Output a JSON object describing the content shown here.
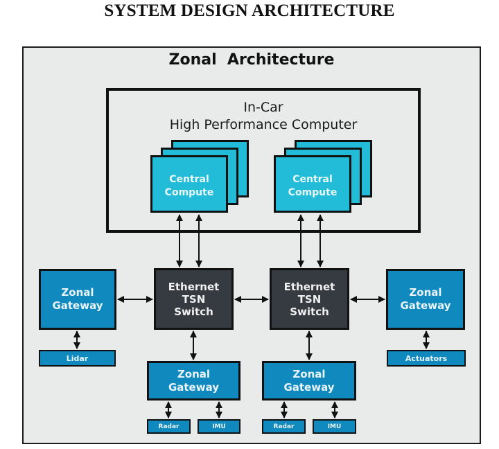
{
  "page_title": "SYSTEM DESIGN ARCHITECTURE",
  "diagram": {
    "title": "Zonal  Architecture",
    "hpc": {
      "title_line1": "In-Car",
      "title_line2": "High Performance Computer",
      "compute_units": [
        {
          "line1": "Central",
          "line2": "Compute"
        },
        {
          "line1": "Central",
          "line2": "Compute"
        }
      ]
    },
    "switches": [
      {
        "line1": "Ethernet",
        "line2": "TSN",
        "line3": "Switch"
      },
      {
        "line1": "Ethernet",
        "line2": "TSN",
        "line3": "Switch"
      }
    ],
    "gateways": {
      "left": {
        "line1": "Zonal",
        "line2": "Gateway",
        "sensor": "Lidar"
      },
      "right": {
        "line1": "Zonal",
        "line2": "Gateway",
        "sensor": "Actuators"
      },
      "bottom_left": {
        "line1": "Zonal",
        "line2": "Gateway",
        "sensors": [
          "Radar",
          "IMU"
        ]
      },
      "bottom_right": {
        "line1": "Zonal",
        "line2": "Gateway",
        "sensors": [
          "Radar",
          "IMU"
        ]
      }
    },
    "colors": {
      "background": "#e8ebea",
      "central_compute": "#22bcd9",
      "zonal_gateway": "#1089bf",
      "switch": "#353b41",
      "border": "#111111"
    }
  }
}
